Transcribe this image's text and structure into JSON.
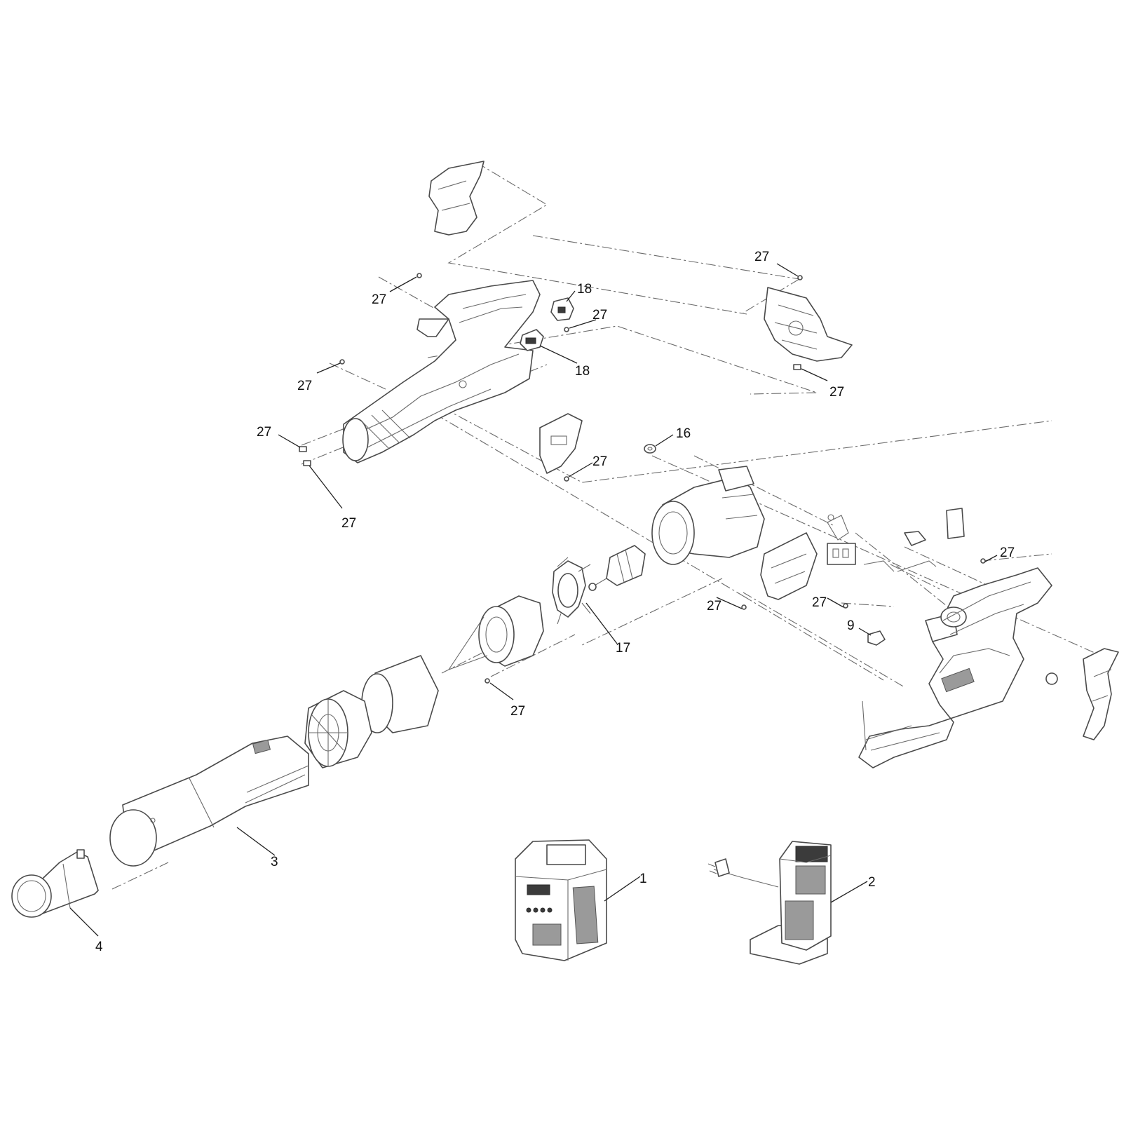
{
  "diagram": {
    "type": "exploded-parts-view",
    "callouts": [
      {
        "id": "c1",
        "text": "27"
      },
      {
        "id": "c2",
        "text": "27"
      },
      {
        "id": "c3",
        "text": "18"
      },
      {
        "id": "c4",
        "text": "27"
      },
      {
        "id": "c5",
        "text": "18"
      },
      {
        "id": "c6",
        "text": "27"
      },
      {
        "id": "c7",
        "text": "27"
      },
      {
        "id": "c8",
        "text": "27"
      },
      {
        "id": "c9",
        "text": "16"
      },
      {
        "id": "c10",
        "text": "27"
      },
      {
        "id": "c11",
        "text": "27"
      },
      {
        "id": "c12",
        "text": "27"
      },
      {
        "id": "c13",
        "text": "27"
      },
      {
        "id": "c14",
        "text": "27"
      },
      {
        "id": "c15",
        "text": "9"
      },
      {
        "id": "c16",
        "text": "17"
      },
      {
        "id": "c17",
        "text": "27"
      },
      {
        "id": "c18",
        "text": "3"
      },
      {
        "id": "c19",
        "text": "1"
      },
      {
        "id": "c20",
        "text": "2"
      },
      {
        "id": "c21",
        "text": "4"
      }
    ]
  }
}
